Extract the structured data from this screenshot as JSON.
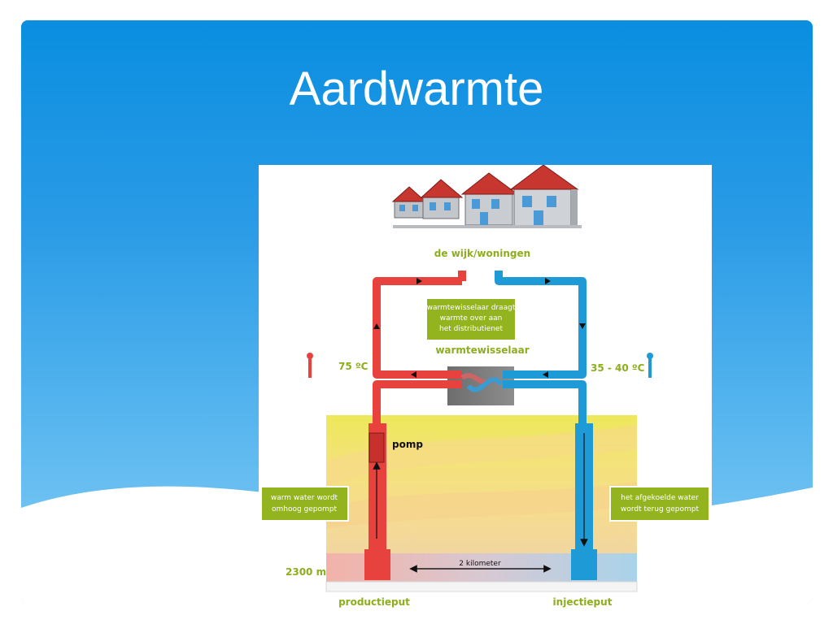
{
  "slide": {
    "title": "Aardwarmte"
  },
  "diagram": {
    "labels": {
      "district": "de wijk/woningen",
      "heat_exchanger_note_line1": "warmtewisselaar draagt",
      "heat_exchanger_note_line2": "warmte over aan",
      "heat_exchanger_note_line3": "het distributienet",
      "heat_exchanger": "warmtewisselaar",
      "temp_hot": "75 ºC",
      "temp_cold": "35 - 40 ºC",
      "pump": "pomp",
      "pumped_up_line1": "warm water wordt",
      "pumped_up_line2": "omhoog gepompt",
      "pumped_back_line1": "het afgekoelde water",
      "pumped_back_line2": "wordt terug gepompt",
      "depth": "2300 m",
      "distance": "2 kilometer",
      "production_well": "productieput",
      "injection_well": "injectieput"
    },
    "colors": {
      "hot": "#e8423f",
      "cold": "#1e9ad6",
      "label_green": "#8cae1c",
      "box_green": "#93b31f",
      "exchanger_gray": "#7f7f7f"
    }
  }
}
